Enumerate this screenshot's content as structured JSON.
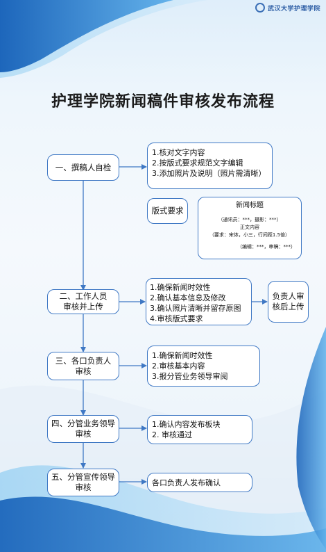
{
  "logo_text": "武汉大学护理学院",
  "title": "护理学院新闻稿件审核发布流程",
  "stages": [
    {
      "line1": "一、撰稿人自检",
      "line2": ""
    },
    {
      "line1": "二、工作人员",
      "line2": "审核并上传"
    },
    {
      "line1": "三、各口负责人",
      "line2": "审核"
    },
    {
      "line1": "四、分管业务领导",
      "line2": "审核"
    },
    {
      "line1": "五、分管宣传领导",
      "line2": "审核"
    }
  ],
  "details": [
    [
      "1.核对文字内容",
      "2.按版式要求规范文字编辑",
      "3.添加照片及说明（照片需清晰）"
    ],
    [
      "1.确保新闻时效性",
      "2.确认基本信息及修改",
      "3.确认照片清晰并留存原图",
      "4.审核版式要求"
    ],
    [
      "1.确保新闻时效性",
      "2.审核基本内容",
      "3.报分管业务领导审阅"
    ],
    [
      "1.确认内容发布板块",
      "2. 审核通过"
    ],
    [
      "各口负责人发布确认"
    ]
  ],
  "format_label": "版式要求",
  "template": {
    "title": "新闻标题",
    "byline": "（通讯员：***，摄影：***）",
    "body": "正文内容",
    "requirement": "（要求：宋体，小三，行间距1.5倍）",
    "signoff": "（编辑：***，审稿：***）"
  },
  "upload_label": {
    "line1": "负责人审",
    "line2": "核后上传"
  },
  "colors": {
    "border": "#3f78c4",
    "line": "#3f78c4",
    "wave_dark": "#1f6fc4",
    "wave_light": "#69b4ea"
  }
}
